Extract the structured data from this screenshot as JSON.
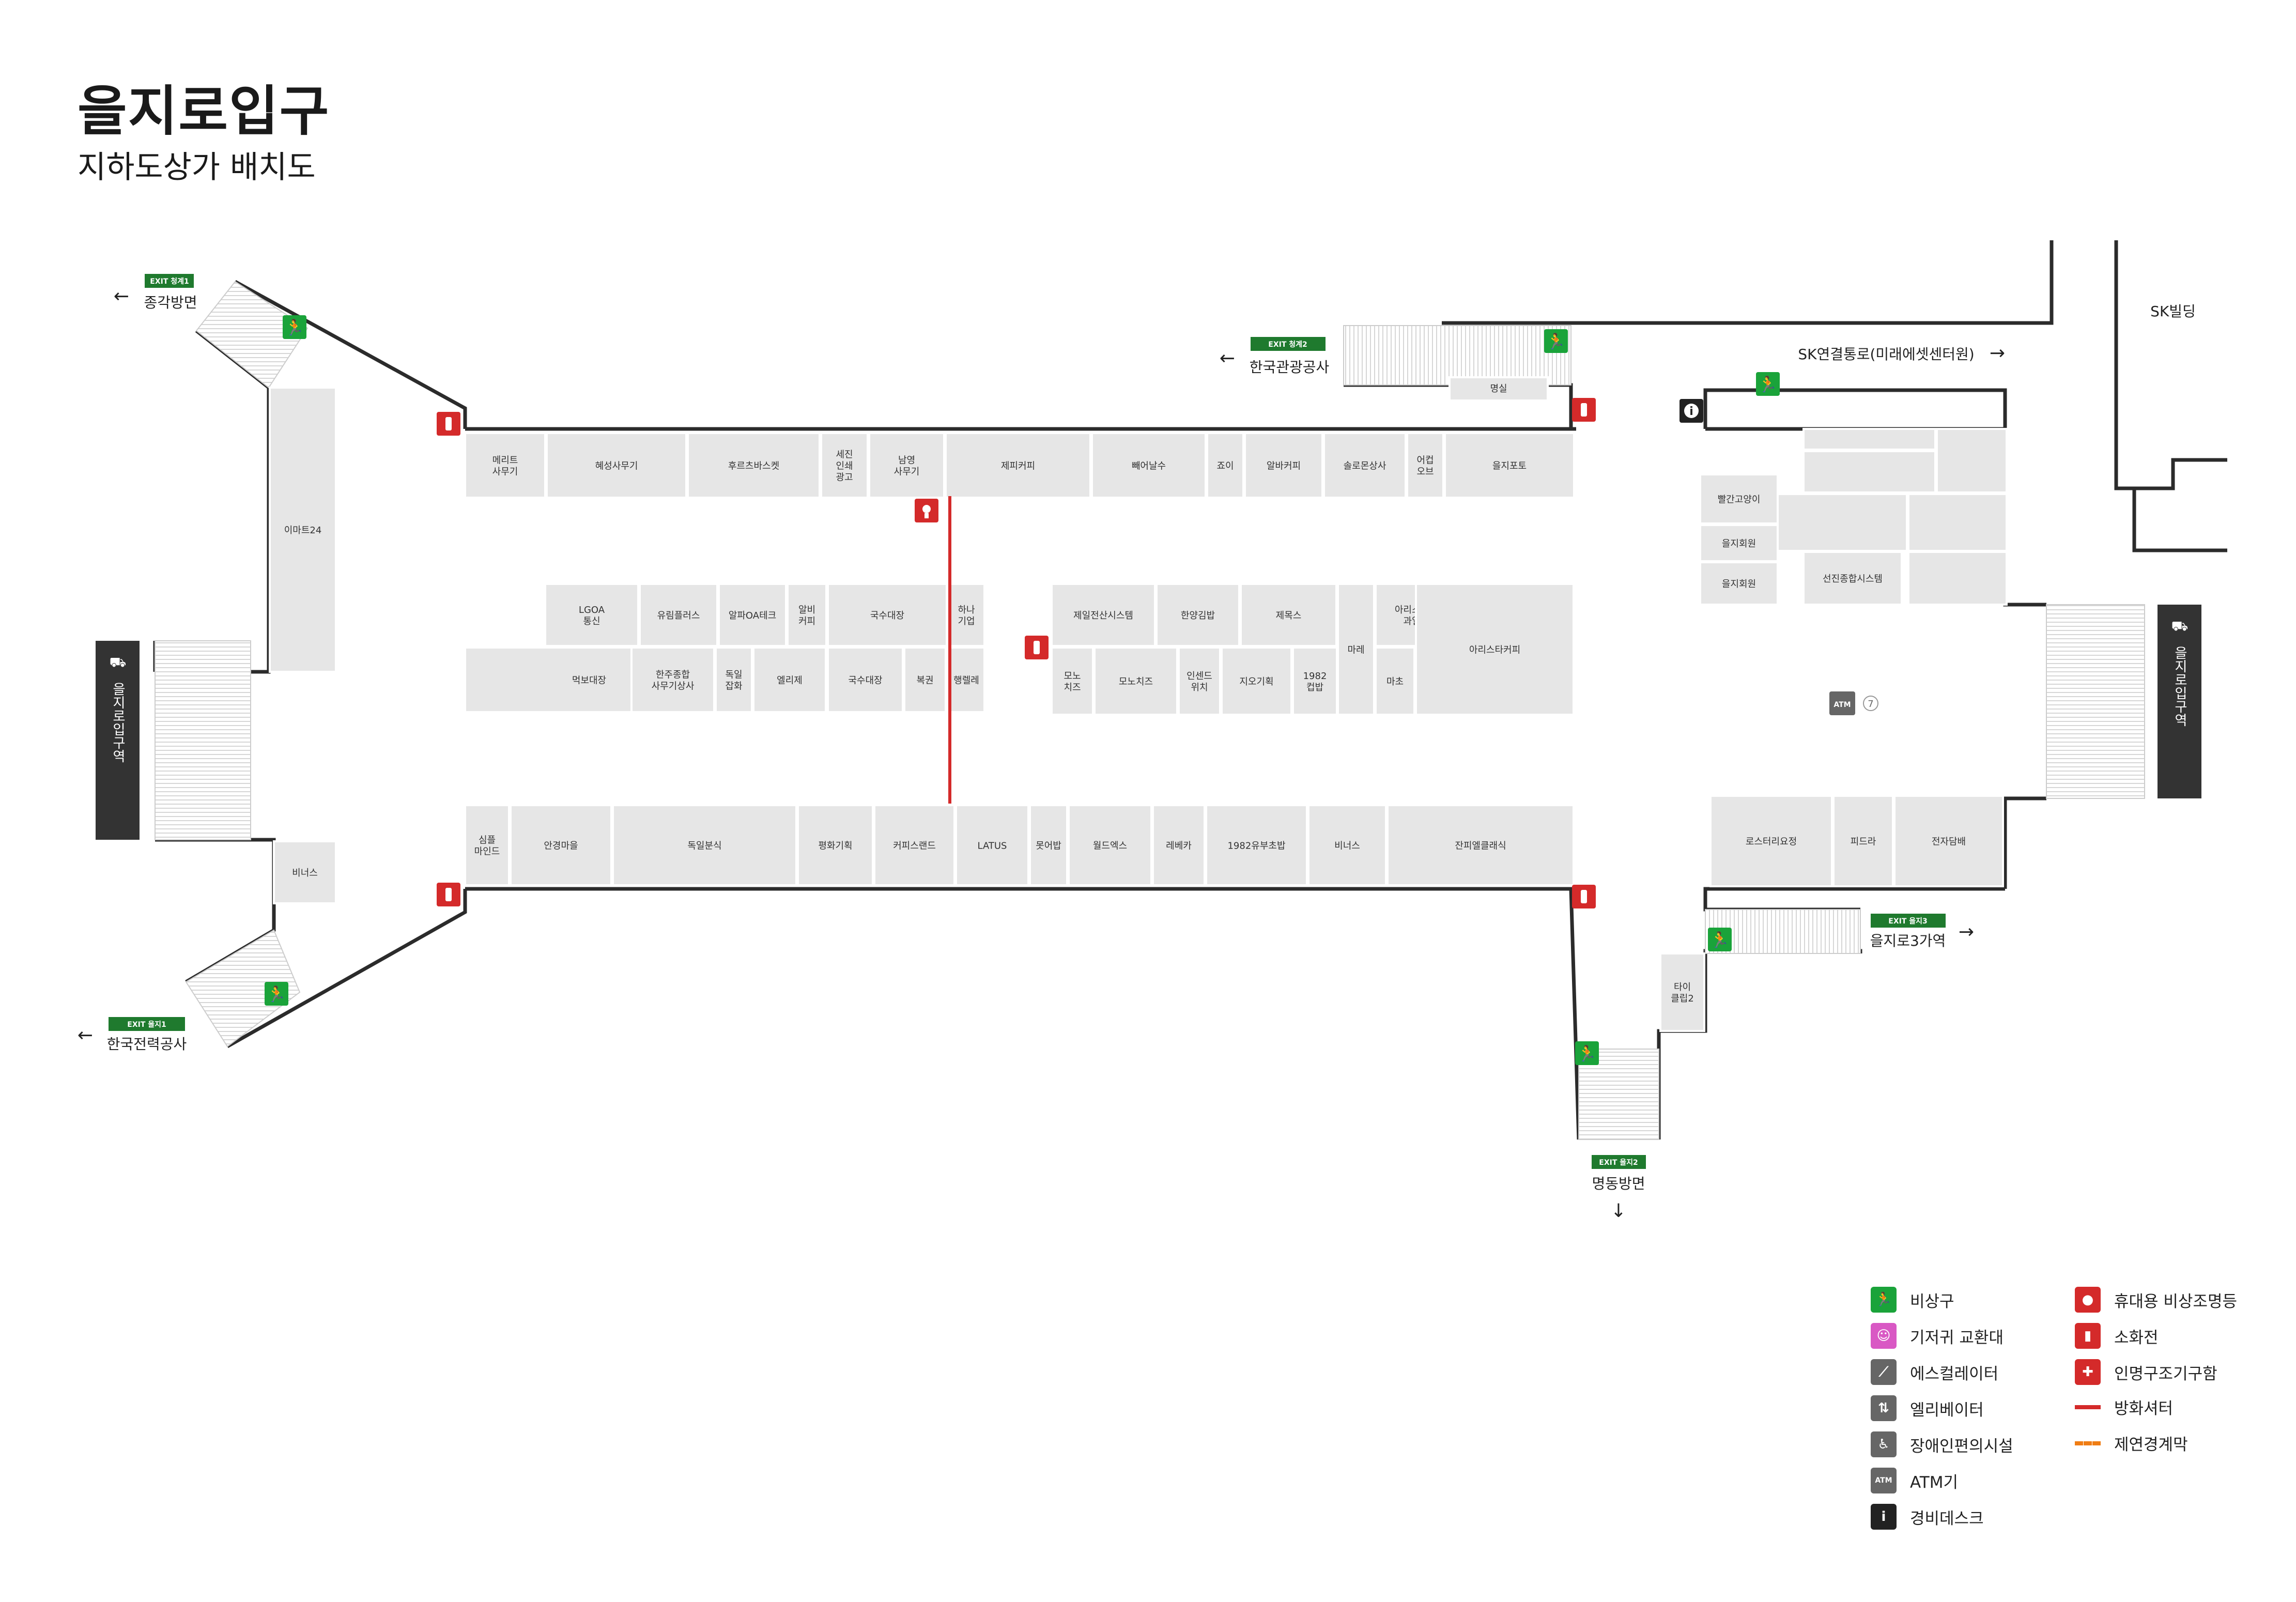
{
  "header": {
    "title": "을지로입구",
    "subtitle": "지하도상가 배치도"
  },
  "colors": {
    "exit_green": "#1aa33a",
    "exit_label_bg": "#1f7a2e",
    "extinguisher_red": "#d42a2a",
    "shutter_red": "#d42a2a",
    "smoke_curtain_orange": "#f07d14",
    "diaper_pink": "#d958c4",
    "shop_fill": "#e6e6e6",
    "wall": "#2b2b2b",
    "station_bar": "#333333"
  },
  "stations": [
    {
      "id": "west",
      "label": "을지로입구역"
    },
    {
      "id": "east",
      "label": "을지로입구역"
    }
  ],
  "exits": [
    {
      "id": "jongno1",
      "badge": "EXIT 청계1",
      "label": "종각방면",
      "arrow": "←"
    },
    {
      "id": "jongno2",
      "badge": "EXIT 청계2",
      "label": "한국관광공사",
      "arrow": "←"
    },
    {
      "id": "euljiro1",
      "badge": "EXIT 을지1",
      "label": "한국전력공사",
      "arrow": "←"
    },
    {
      "id": "euljiro2",
      "badge": "EXIT 을지2",
      "label": "명동방면",
      "arrow": "↓"
    },
    {
      "id": "euljiro3",
      "badge": "EXIT 을지3",
      "label": "을지로3가역",
      "arrow": "→"
    }
  ],
  "labels": {
    "sk_link": "SK연결통로(미래에셋센터원)",
    "sk_link_arrow": "→",
    "sk_building": "SK빌딩",
    "lounge": "명실",
    "number_7": "7"
  },
  "shops": {
    "top_row": [
      "메리트 사무기",
      "혜성사무기",
      "후르츠바스켓",
      "세진 인쇄 광고",
      "남영 사무기",
      "제피커피",
      "빼어날수",
      "죠이",
      "알바커피",
      "솔로몬상사",
      "어컵 오브",
      "을지포토"
    ],
    "west_island": [
      "LGOA 통신",
      "유림플러스",
      "알파OA테크",
      "알비 커피",
      "국수대장",
      "하나 기업",
      "먹보대장",
      "한주종합 사무기상사",
      "독일 잡화",
      "엘리제",
      "국수대장",
      "복권",
      "행렐레"
    ],
    "east_island": [
      "제일전산시스템",
      "한양김밥",
      "제목스",
      "마레",
      "아리스타 과일",
      "모노 치즈",
      "모노치즈",
      "인센드 위치",
      "지오기획",
      "1982 컵밥",
      "마초",
      "아리스타커피"
    ],
    "bottom_row": [
      "심플 마인드",
      "안경마을",
      "독일분식",
      "평화기획",
      "커피스랜드",
      "LATUS",
      "못어밥",
      "월드엑스",
      "레베카",
      "1982유부초밥",
      "비너스",
      "잔피엘클래식"
    ],
    "west_wing": [
      "이마트24",
      "비너스"
    ],
    "east_wing": [
      "빨간고양이",
      "을지회원",
      "을지회원",
      "선진종합시스템",
      "로스터리요정",
      "피드라",
      "전자담배",
      "타이 클립2"
    ]
  },
  "legend": [
    {
      "icon": "emergency-exit-icon",
      "label": "비상구",
      "color": "#1aa33a"
    },
    {
      "icon": "diaper-changing-icon",
      "label": "기저귀 교환대",
      "color": "#d958c4"
    },
    {
      "icon": "escalator-icon",
      "label": "에스컬레이터",
      "color": "#666666"
    },
    {
      "icon": "elevator-icon",
      "label": "엘리베이터",
      "color": "#666666"
    },
    {
      "icon": "accessibility-icon",
      "label": "장애인편의시설",
      "color": "#666666"
    },
    {
      "icon": "atm-icon",
      "label": "ATM기",
      "color": "#666666",
      "glyph": "ATM"
    },
    {
      "icon": "security-desk-icon",
      "label": "경비데스크",
      "color": "#222222",
      "glyph": "i"
    },
    {
      "icon": "portable-light-icon",
      "label": "휴대용 비상조명등",
      "color": "#d42a2a"
    },
    {
      "icon": "fire-extinguisher-icon",
      "label": "소화전",
      "color": "#d42a2a"
    },
    {
      "icon": "rescue-equipment-icon",
      "label": "인명구조기구함",
      "color": "#d42a2a"
    },
    {
      "icon": "fire-shutter-icon",
      "label": "방화셔터",
      "color": "#d42a2a"
    },
    {
      "icon": "smoke-curtain-icon",
      "label": "제연경계막",
      "color": "#f07d14"
    }
  ]
}
